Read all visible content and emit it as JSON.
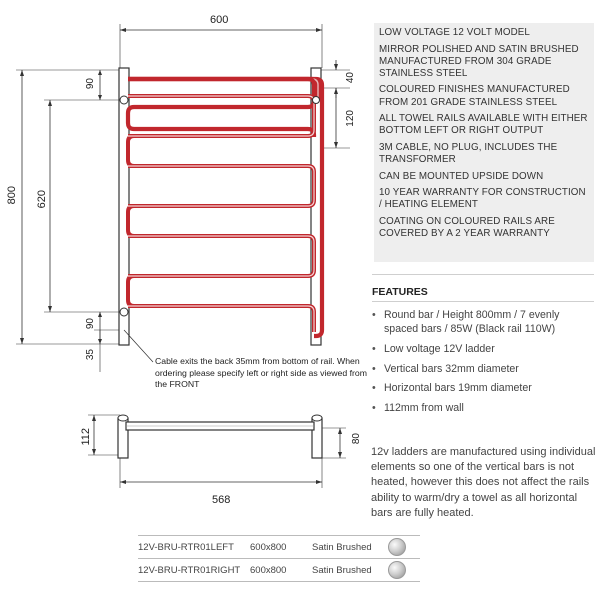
{
  "dimensions": {
    "front_width": "600",
    "height": "800",
    "top_offset": "90",
    "bar_span": "620",
    "bottom_offset": "90",
    "cable_offset": "35",
    "top_rail_drop": "40",
    "rail_spacing": "120",
    "wall_depth": "112",
    "rail_depth": "80",
    "base_width": "568"
  },
  "cable_note": "Cable exits the back 35mm from bottom of rail. When ordering please specify left or right side as viewed from the FRONT",
  "specs": [
    "LOW VOLTAGE 12 VOLT MODEL",
    "MIRROR POLISHED AND SATIN BRUSHED MANUFACTURED FROM 304 GRADE STAINLESS STEEL",
    "COLOURED FINISHES MANUFACTURED FROM 201 GRADE STAINLESS STEEL",
    "ALL TOWEL RAILS AVAILABLE WITH EITHER BOTTOM LEFT OR RIGHT OUTPUT",
    "3M CABLE, NO PLUG, INCLUDES THE TRANSFORMER",
    "CAN BE MOUNTED UPSIDE DOWN",
    "10 YEAR WARRANTY FOR CONSTRUCTION / HEATING ELEMENT",
    "COATING ON COLOURED RAILS ARE COVERED BY A 2 YEAR WARRANTY"
  ],
  "features": {
    "title": "FEATURES",
    "items": [
      "Round bar / Height 800mm / 7 evenly spaced bars / 85W (Black rail 110W)",
      "Low voltage 12V ladder",
      "Vertical bars 32mm diameter",
      "Horizontal bars 19mm diameter",
      "112mm from wall"
    ],
    "note": "12v ladders are manufactured using individual elements so one of the vertical bars is not heated, however this does not affect the rails ability to warm/dry a towel as all horizontal bars are fully heated."
  },
  "products": [
    {
      "code": "12V-BRU-RTR01LEFT",
      "size": "600x800",
      "finish": "Satin Brushed"
    },
    {
      "code": "12V-BRU-RTR01RIGHT",
      "size": "600x800",
      "finish": "Satin Brushed"
    }
  ],
  "colors": {
    "heating_element": "#c1272d",
    "drawing_line": "#333333"
  },
  "icons": {
    "swatch": "satin-brushed-swatch-icon"
  }
}
